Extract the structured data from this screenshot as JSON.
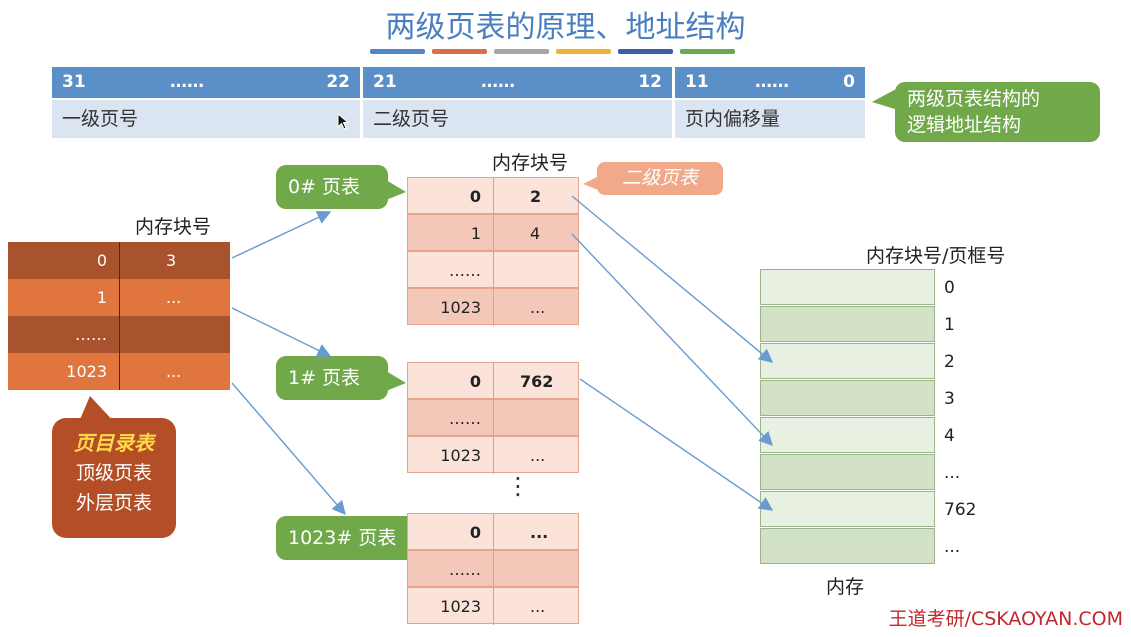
{
  "title": "两级页表的原理、地址结构",
  "title_bar_colors": [
    "#4f86c6",
    "#d6704a",
    "#a6a6a6",
    "#f2b134",
    "#3a5fa8",
    "#6aa84f"
  ],
  "address_format": {
    "fields": [
      {
        "high_bit": "31",
        "dots": "……",
        "low_bit": "22",
        "name": "一级页号"
      },
      {
        "high_bit": "21",
        "dots": "……",
        "low_bit": "12",
        "name": "二级页号"
      },
      {
        "high_bit": "11",
        "dots": "……",
        "low_bit": "0",
        "name": "页内偏移量"
      }
    ],
    "callout": "两级页表结构的\n逻辑地址结构"
  },
  "page_directory": {
    "header": "内存块号",
    "rows": [
      {
        "index": "0",
        "block": "3"
      },
      {
        "index": "1",
        "block": "..."
      },
      {
        "index": "……",
        "block": ""
      },
      {
        "index": "1023",
        "block": "..."
      }
    ],
    "callout_title": "页目录表",
    "callout_line2": "顶级页表",
    "callout_line3": "外层页表"
  },
  "second_level_header": "内存块号",
  "second_level_tag": "二级页表",
  "page_tables": [
    {
      "label": "0# 页表",
      "rows": [
        {
          "index": "0",
          "block": "2"
        },
        {
          "index": "1",
          "block": "4"
        },
        {
          "index": "……",
          "block": ""
        },
        {
          "index": "1023",
          "block": "..."
        }
      ]
    },
    {
      "label": "1# 页表",
      "rows": [
        {
          "index": "0",
          "block": "762"
        },
        {
          "index": "……",
          "block": ""
        },
        {
          "index": "1023",
          "block": "..."
        }
      ]
    },
    {
      "label": "1023# 页表",
      "rows": [
        {
          "index": "0",
          "block": "..."
        },
        {
          "index": "……",
          "block": ""
        },
        {
          "index": "1023",
          "block": "..."
        }
      ]
    }
  ],
  "vertical_ellipsis": "⋮",
  "memory": {
    "header": "内存块号/页框号",
    "frames": [
      "0",
      "1",
      "2",
      "3",
      "4",
      "...",
      "762",
      "..."
    ],
    "caption": "内存"
  },
  "watermark": "王道考研/CSKAOYAN.COM"
}
